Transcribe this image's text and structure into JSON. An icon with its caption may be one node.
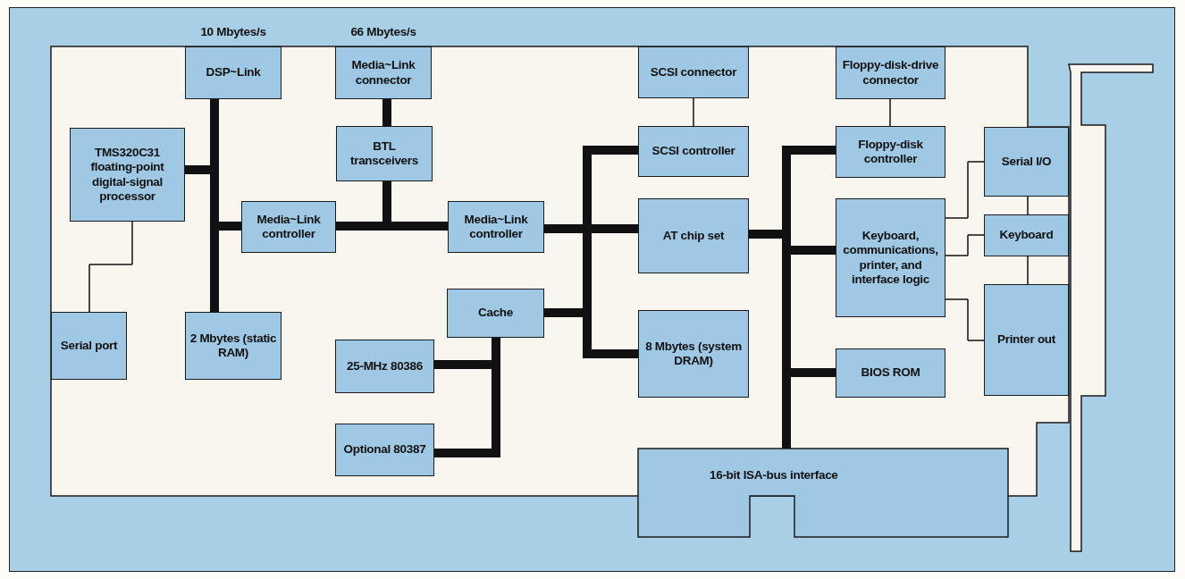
{
  "diagram": {
    "nodes": [
      {
        "text": [
          "DSP~Link"
        ],
        "beside": [
          "10 Mbytes/s"
        ]
      },
      {
        "text": [
          "Media~Link connector"
        ],
        "beside": [
          "66 Mbytes/s"
        ]
      },
      {
        "text": [
          "TMS320C31 floating-point digital-signal processor"
        ]
      },
      {
        "text": [
          "BTL transceivers"
        ]
      },
      {
        "text": [
          "Media~Link controller"
        ]
      },
      {
        "text": [
          "Media~Link controller"
        ]
      },
      {
        "text": [
          "Serial port"
        ]
      },
      {
        "text": [
          "2 Mbytes (static RAM)"
        ]
      },
      {
        "text": [
          "Cache"
        ]
      },
      {
        "text": [
          "25-MHz 80386"
        ]
      },
      {
        "text": [
          "Optional 80387"
        ]
      },
      {
        "text": [
          "SCSI connector"
        ]
      },
      {
        "text": [
          "SCSI controller"
        ]
      },
      {
        "text": [
          "AT chip set"
        ]
      },
      {
        "text": [
          "8 Mbytes (system DRAM)"
        ]
      },
      {
        "text": [
          "Floppy-disk-drive connector"
        ]
      },
      {
        "text": [
          "Floppy-disk controller"
        ]
      },
      {
        "text": [
          "Keyboard, communications, printer, and interface logic"
        ]
      },
      {
        "text": [
          "BIOS ROM"
        ]
      },
      {
        "text": [
          "Serial I/O"
        ]
      },
      {
        "text": [
          "Keyboard"
        ]
      },
      {
        "text": [
          "Printer out"
        ]
      },
      {
        "text": [
          "16-bit ISA-bus interface"
        ]
      }
    ],
    "edges": [
      {
        "from": 4,
        "to": 0,
        "arrow": "none"
      },
      {
        "from": 4,
        "to": 2,
        "arrow": "none"
      },
      {
        "from": 4,
        "to": 7,
        "arrow": "none"
      },
      {
        "from": 4,
        "to": 5,
        "arrow": "none"
      },
      {
        "from": 1,
        "to": 3,
        "arrow": "none"
      },
      {
        "from": 4,
        "to": 3,
        "arrow": "none"
      },
      {
        "from": 5,
        "to": 3,
        "arrow": "none"
      },
      {
        "from": 13,
        "to": 5,
        "arrow": "none"
      },
      {
        "from": 13,
        "to": 12,
        "arrow": "none"
      },
      {
        "from": 13,
        "to": 14,
        "arrow": "none"
      },
      {
        "from": 13,
        "to": 8,
        "arrow": "none"
      },
      {
        "from": 8,
        "to": 9,
        "arrow": "none"
      },
      {
        "from": 8,
        "to": 10,
        "arrow": "none"
      },
      {
        "from": 22,
        "to": 13,
        "arrow": "none"
      },
      {
        "from": 22,
        "to": 16,
        "arrow": "none"
      },
      {
        "from": 22,
        "to": 17,
        "arrow": "none"
      },
      {
        "from": 22,
        "to": 18,
        "arrow": "none"
      },
      {
        "from": 11,
        "to": 12,
        "arrow": "none"
      },
      {
        "from": 15,
        "to": 16,
        "arrow": "none"
      },
      {
        "from": 2,
        "to": 6,
        "arrow": "none"
      },
      {
        "from": 17,
        "to": 19,
        "arrow": "none"
      },
      {
        "from": 17,
        "to": 20,
        "arrow": "none"
      },
      {
        "from": 17,
        "to": 21,
        "arrow": "none"
      },
      {
        "from": 19,
        "to": 20,
        "arrow": "none"
      },
      {
        "from": 20,
        "to": 21,
        "arrow": "none"
      }
    ]
  }
}
